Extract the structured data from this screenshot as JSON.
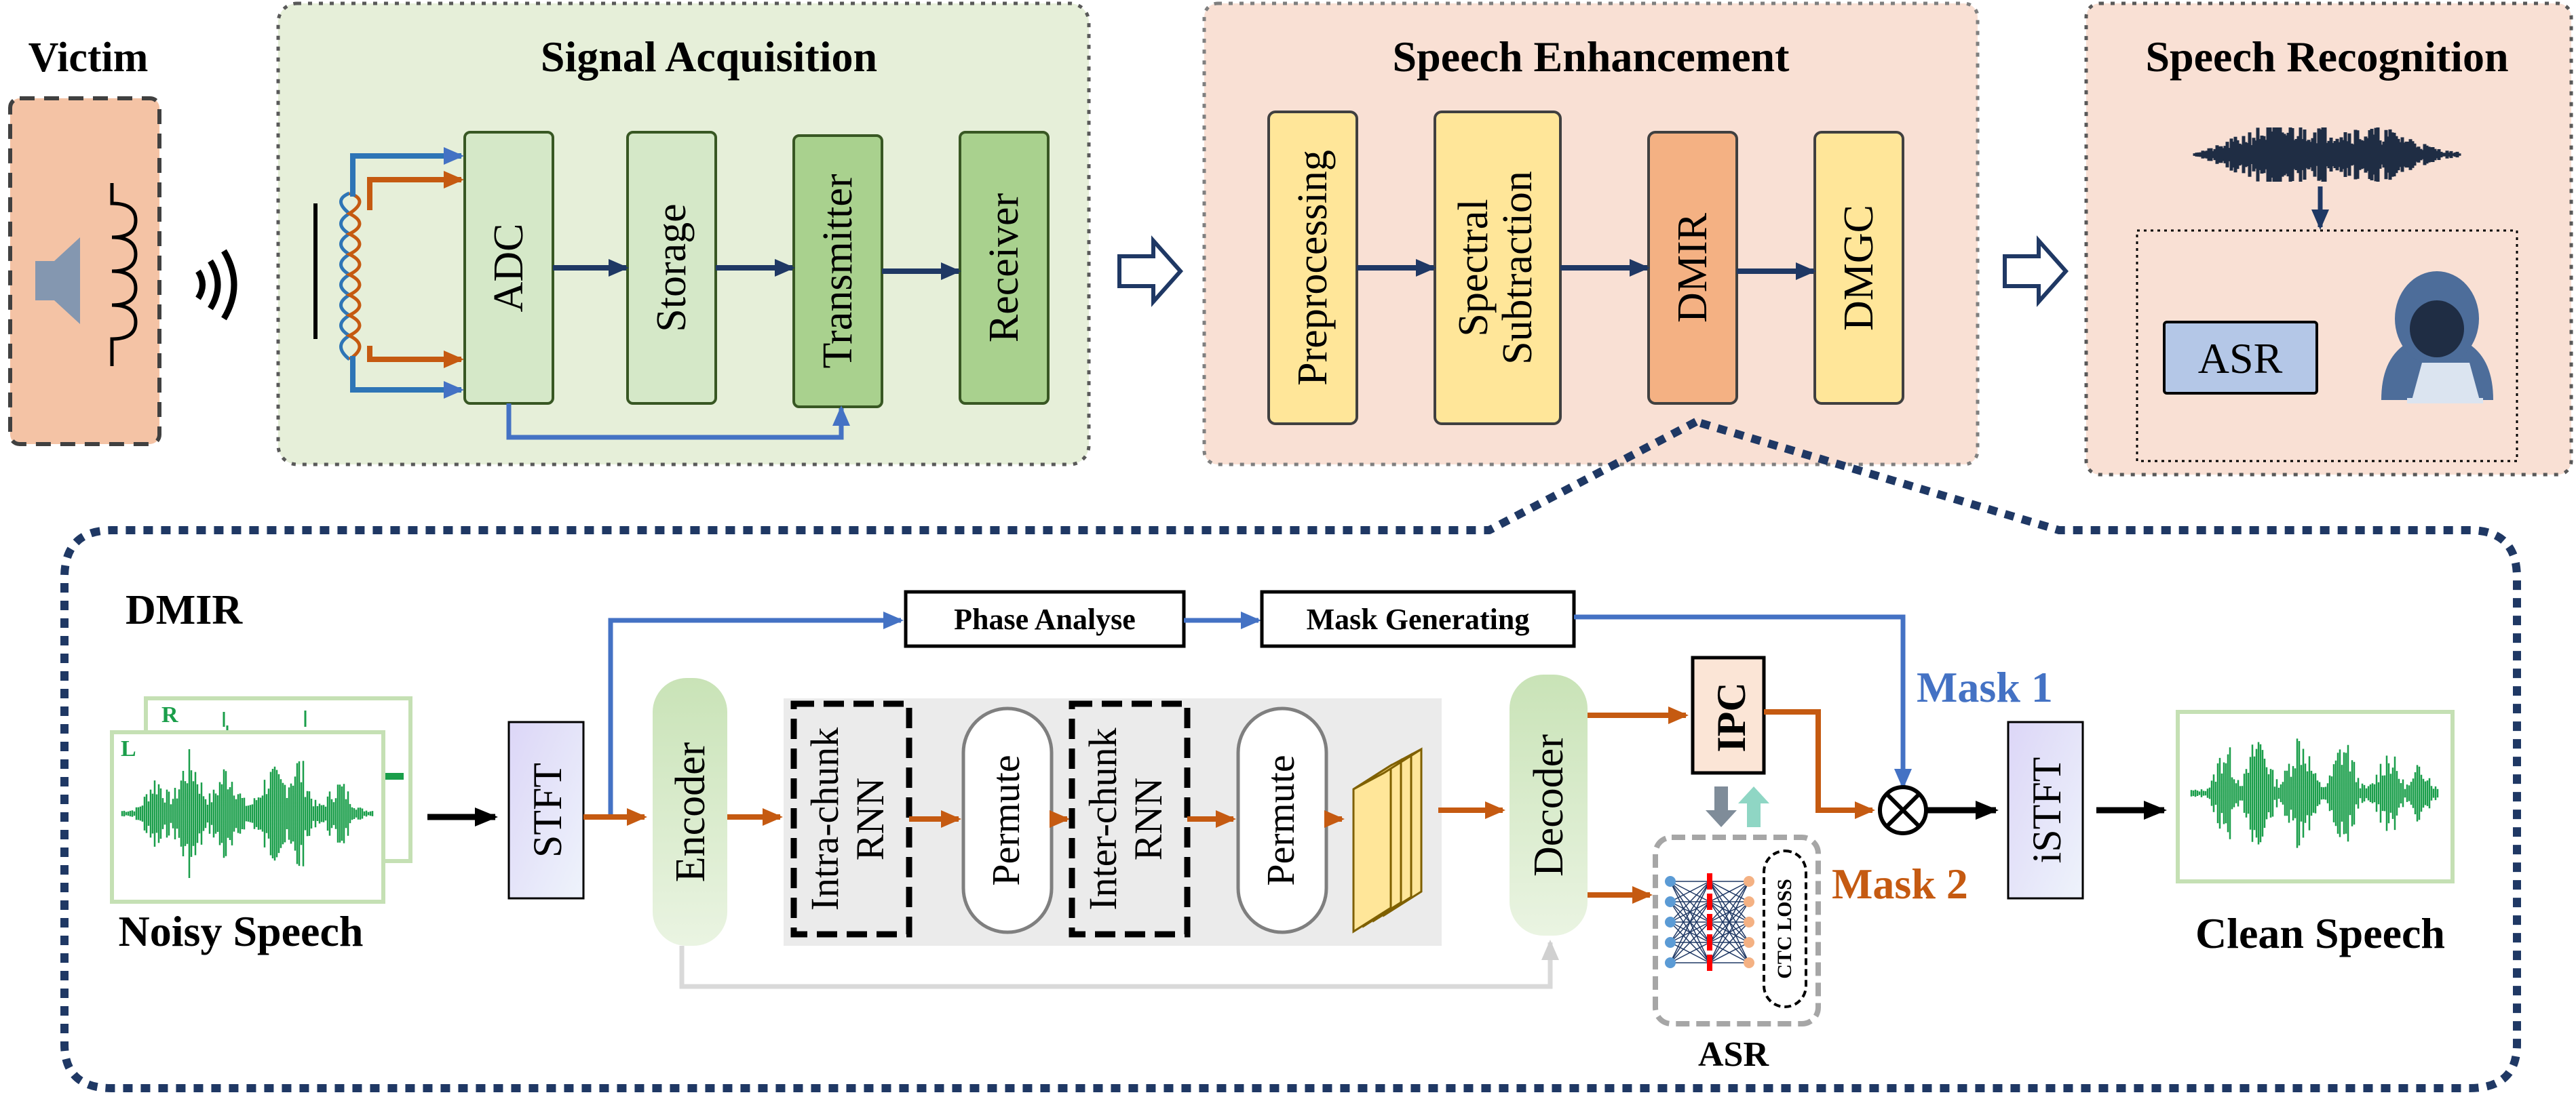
{
  "victim": {
    "label": "Victim"
  },
  "signal_acquisition": {
    "title": "Signal Acquisition",
    "blocks": [
      "ADC",
      "Storage",
      "Transmitter",
      "Receiver"
    ]
  },
  "speech_enhancement": {
    "title": "Speech Enhancement",
    "blocks": [
      "Preprocessing",
      "Spectral",
      "Subtraction",
      "DMIR",
      "DMGC"
    ]
  },
  "speech_recognition": {
    "title": "Speech Recognition",
    "asr_label": "ASR"
  },
  "dmir": {
    "title": "DMIR",
    "noisy_speech": "Noisy Speech",
    "channel_r": "R",
    "channel_l": "L",
    "stft": "STFT",
    "encoder": "Encoder",
    "intra_chunk": [
      "Intra-chunk",
      "RNN"
    ],
    "permute": "Permute",
    "inter_chunk": [
      "Inter-chunk",
      "RNN"
    ],
    "decoder": "Decoder",
    "phase_analyse": "Phase Analyse",
    "mask_generating": "Mask Generating",
    "ipc": "IPC",
    "mask1": "Mask 1",
    "mask2": "Mask 2",
    "istft": "iSTFT",
    "clean_speech": "Clean Speech",
    "asr_label": "ASR",
    "ctc_loss": "CTC LOSS"
  },
  "colors": {
    "green_panel": "#e6efd9",
    "orange_panel": "#f9e0d4",
    "victim_fill": "#f4c3a5",
    "green_block": "#d5e8c8",
    "green_block_dark": "#a9d18e",
    "yellow_block": "#ffe699",
    "orange_block": "#f4b183",
    "asr_block": "#b4c7e7",
    "blue_line": "#4472c4",
    "orange_line": "#c55a11",
    "navy": "#1f3864",
    "waveform": "#1a9e4a"
  }
}
